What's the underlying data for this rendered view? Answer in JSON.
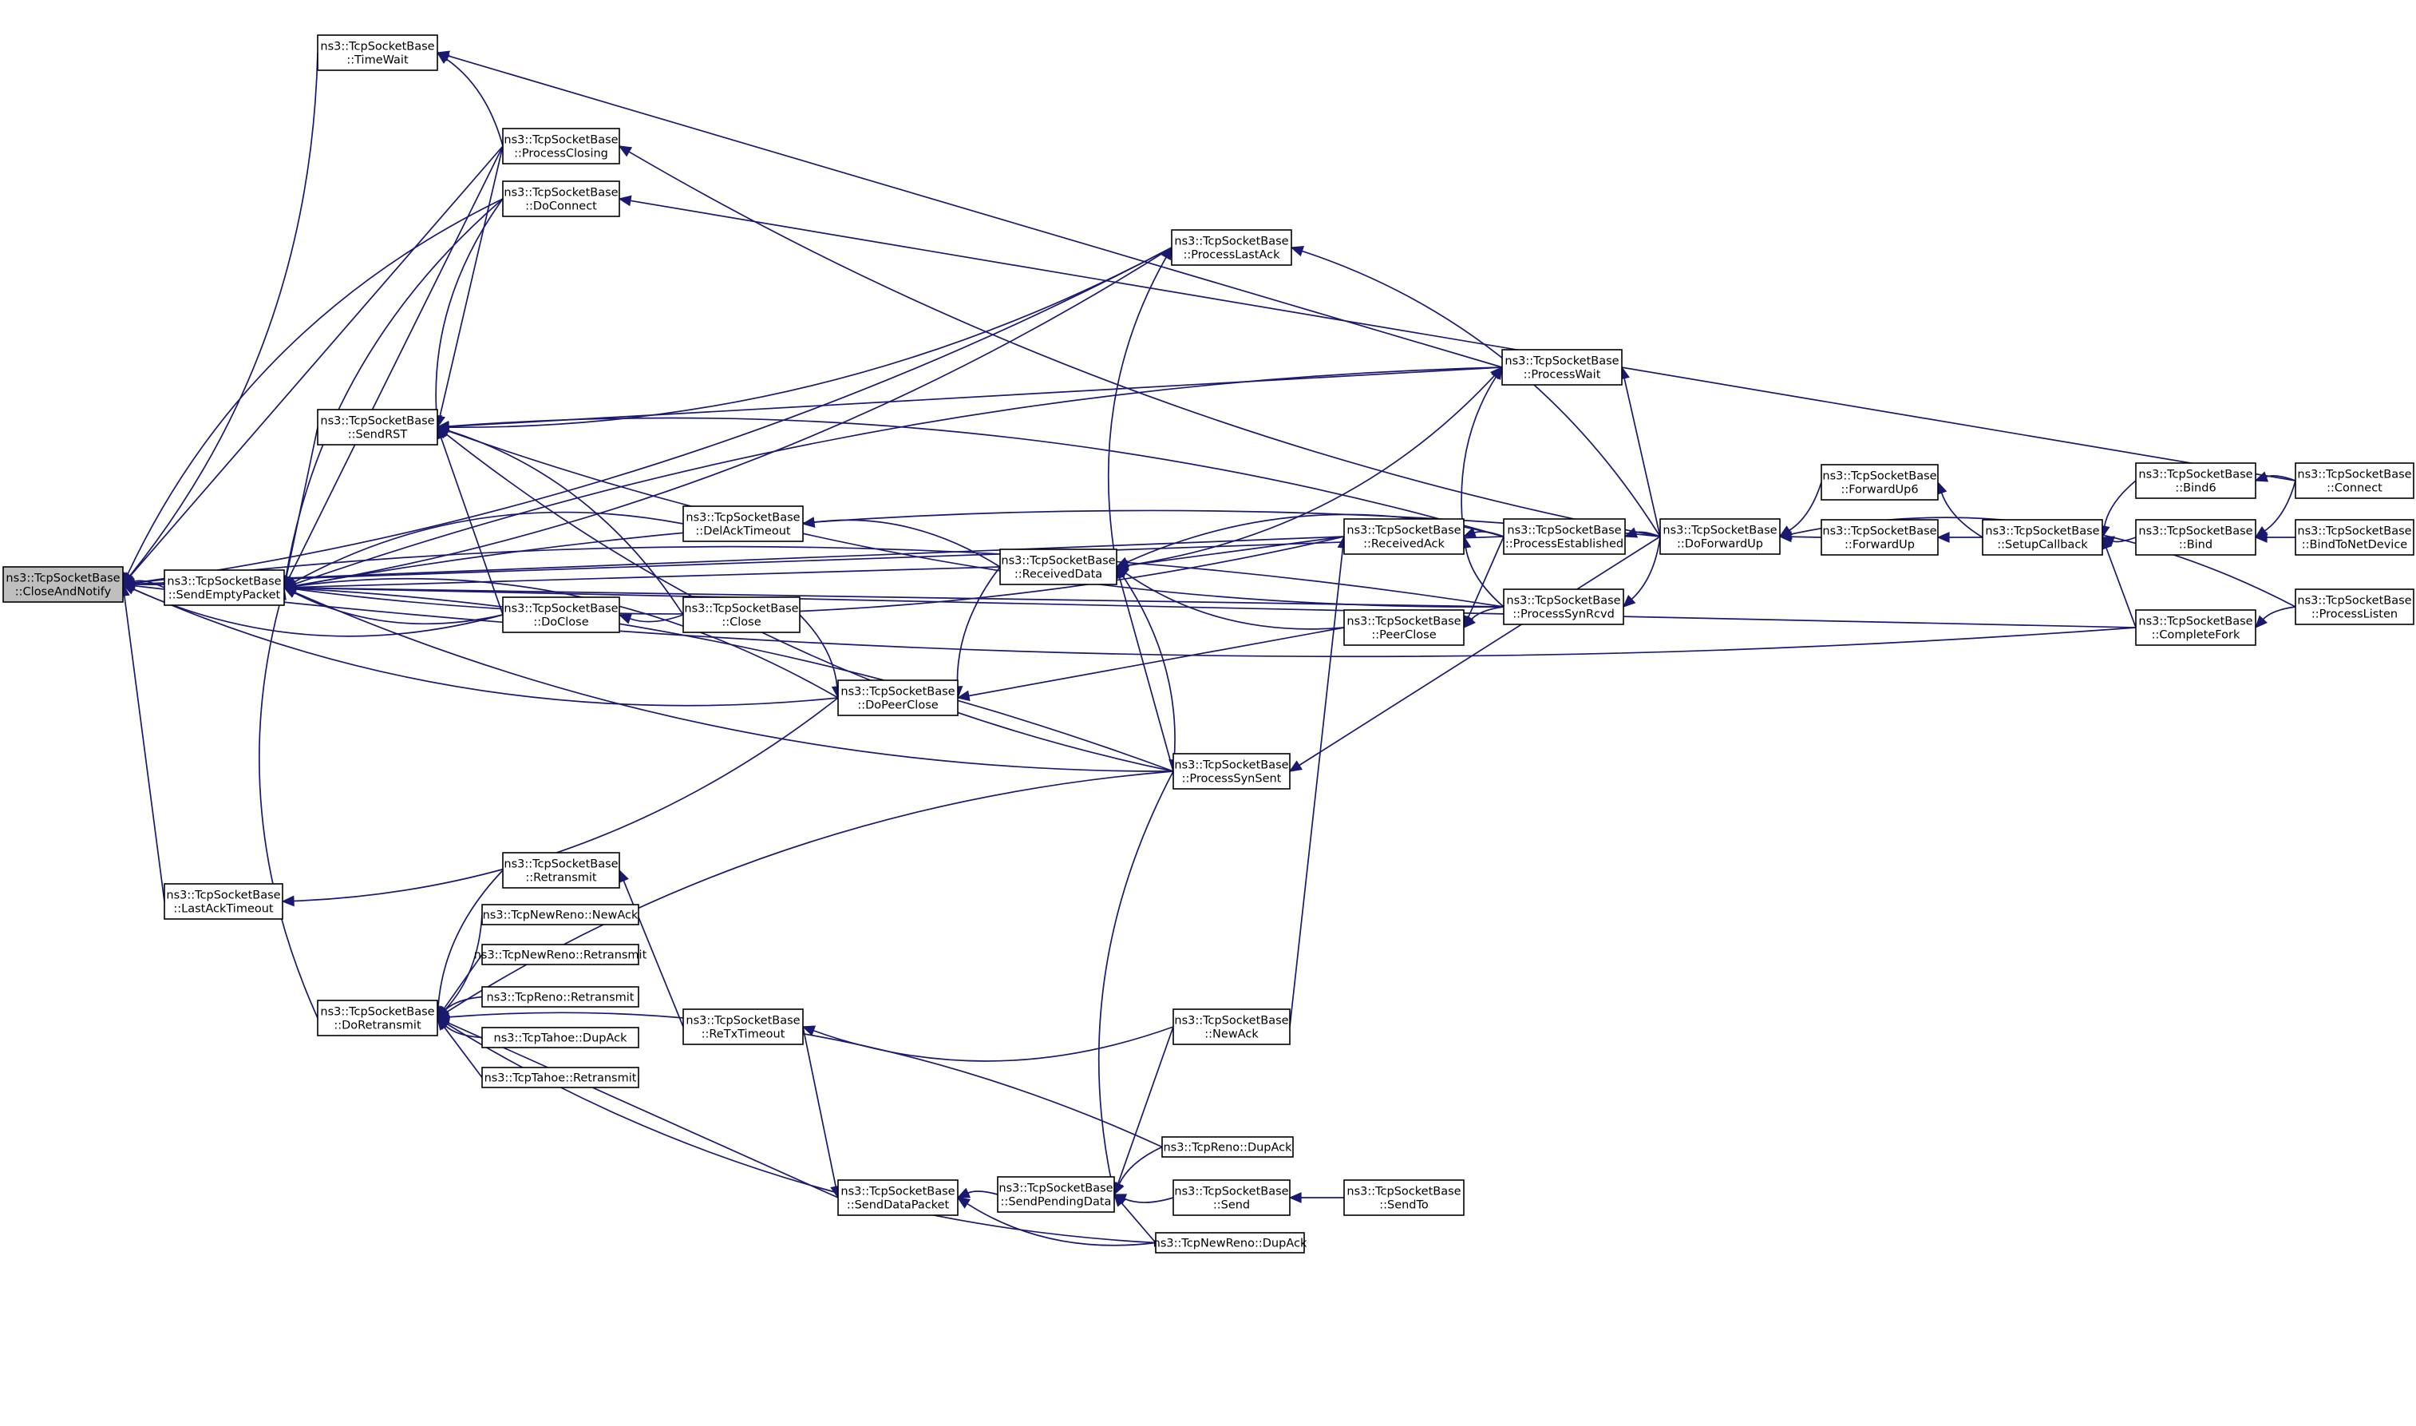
{
  "graph": {
    "root": "closeandnotify",
    "colors": {
      "edge": "#191970",
      "node_fill": "#ffffff",
      "root_fill": "#bfbfbf",
      "node_border": "#000000"
    },
    "nodes": [
      {
        "id": "closeandnotify",
        "lines": [
          "ns3::TcpSocketBase",
          "::CloseAndNotify"
        ]
      },
      {
        "id": "timewait",
        "lines": [
          "ns3::TcpSocketBase",
          "::TimeWait"
        ]
      },
      {
        "id": "processclosing",
        "lines": [
          "ns3::TcpSocketBase",
          "::ProcessClosing"
        ]
      },
      {
        "id": "doconnect",
        "lines": [
          "ns3::TcpSocketBase",
          "::DoConnect"
        ]
      },
      {
        "id": "processlastack",
        "lines": [
          "ns3::TcpSocketBase",
          "::ProcessLastAck"
        ]
      },
      {
        "id": "processwait",
        "lines": [
          "ns3::TcpSocketBase",
          "::ProcessWait"
        ]
      },
      {
        "id": "sendrst",
        "lines": [
          "ns3::TcpSocketBase",
          "::SendRST"
        ]
      },
      {
        "id": "delacktimeout",
        "lines": [
          "ns3::TcpSocketBase",
          "::DelAckTimeout"
        ]
      },
      {
        "id": "receiveddata",
        "lines": [
          "ns3::TcpSocketBase",
          "::ReceivedData"
        ]
      },
      {
        "id": "receivedack",
        "lines": [
          "ns3::TcpSocketBase",
          "::ReceivedAck"
        ]
      },
      {
        "id": "processestablished",
        "lines": [
          "ns3::TcpSocketBase",
          "::ProcessEstablished"
        ]
      },
      {
        "id": "doforwardup",
        "lines": [
          "ns3::TcpSocketBase",
          "::DoForwardUp"
        ]
      },
      {
        "id": "forwardup6",
        "lines": [
          "ns3::TcpSocketBase",
          "::ForwardUp6"
        ]
      },
      {
        "id": "forwardup",
        "lines": [
          "ns3::TcpSocketBase",
          "::ForwardUp"
        ]
      },
      {
        "id": "setupcallback",
        "lines": [
          "ns3::TcpSocketBase",
          "::SetupCallback"
        ]
      },
      {
        "id": "bind6",
        "lines": [
          "ns3::TcpSocketBase",
          "::Bind6"
        ]
      },
      {
        "id": "bind",
        "lines": [
          "ns3::TcpSocketBase",
          "::Bind"
        ]
      },
      {
        "id": "connect",
        "lines": [
          "ns3::TcpSocketBase",
          "::Connect"
        ]
      },
      {
        "id": "bindtonetdevice",
        "lines": [
          "ns3::TcpSocketBase",
          "::BindToNetDevice"
        ]
      },
      {
        "id": "completefork",
        "lines": [
          "ns3::TcpSocketBase",
          "::CompleteFork"
        ]
      },
      {
        "id": "processlisten",
        "lines": [
          "ns3::TcpSocketBase",
          "::ProcessListen"
        ]
      },
      {
        "id": "sendemptypacket",
        "lines": [
          "ns3::TcpSocketBase",
          "::SendEmptyPacket"
        ]
      },
      {
        "id": "doclose",
        "lines": [
          "ns3::TcpSocketBase",
          "::DoClose"
        ]
      },
      {
        "id": "close",
        "lines": [
          "ns3::TcpSocketBase",
          "::Close"
        ]
      },
      {
        "id": "peerclose",
        "lines": [
          "ns3::TcpSocketBase",
          "::PeerClose"
        ]
      },
      {
        "id": "processsynrcvd",
        "lines": [
          "ns3::TcpSocketBase",
          "::ProcessSynRcvd"
        ]
      },
      {
        "id": "dopeerclose",
        "lines": [
          "ns3::TcpSocketBase",
          "::DoPeerClose"
        ]
      },
      {
        "id": "processsynsent",
        "lines": [
          "ns3::TcpSocketBase",
          "::ProcessSynSent"
        ]
      },
      {
        "id": "lastacktimeout",
        "lines": [
          "ns3::TcpSocketBase",
          "::LastAckTimeout"
        ]
      },
      {
        "id": "retransmit",
        "lines": [
          "ns3::TcpSocketBase",
          "::Retransmit"
        ]
      },
      {
        "id": "newreno_newack",
        "lines": [
          "ns3::TcpNewReno::NewAck"
        ]
      },
      {
        "id": "newreno_retransmit",
        "lines": [
          "ns3::TcpNewReno::Retransmit"
        ]
      },
      {
        "id": "reno_retransmit",
        "lines": [
          "ns3::TcpReno::Retransmit"
        ]
      },
      {
        "id": "doretransmit",
        "lines": [
          "ns3::TcpSocketBase",
          "::DoRetransmit"
        ]
      },
      {
        "id": "tahoe_dupack",
        "lines": [
          "ns3::TcpTahoe::DupAck"
        ]
      },
      {
        "id": "tahoe_retransmit",
        "lines": [
          "ns3::TcpTahoe::Retransmit"
        ]
      },
      {
        "id": "retxtimeout",
        "lines": [
          "ns3::TcpSocketBase",
          "::ReTxTimeout"
        ]
      },
      {
        "id": "newack",
        "lines": [
          "ns3::TcpSocketBase",
          "::NewAck"
        ]
      },
      {
        "id": "reno_dupack",
        "lines": [
          "ns3::TcpReno::DupAck"
        ]
      },
      {
        "id": "senddatapacket",
        "lines": [
          "ns3::TcpSocketBase",
          "::SendDataPacket"
        ]
      },
      {
        "id": "sendpendingdata",
        "lines": [
          "ns3::TcpSocketBase",
          "::SendPendingData"
        ]
      },
      {
        "id": "send",
        "lines": [
          "ns3::TcpSocketBase",
          "::Send"
        ]
      },
      {
        "id": "sendto",
        "lines": [
          "ns3::TcpSocketBase",
          "::SendTo"
        ]
      },
      {
        "id": "newreno_dupack",
        "lines": [
          "ns3::TcpNewReno::DupAck"
        ]
      }
    ],
    "edges": [
      {
        "from": "timewait",
        "to": "closeandnotify"
      },
      {
        "from": "processclosing",
        "to": "closeandnotify"
      },
      {
        "from": "doconnect",
        "to": "closeandnotify"
      },
      {
        "from": "processlastack",
        "to": "closeandnotify"
      },
      {
        "from": "processestablished",
        "to": "closeandnotify"
      },
      {
        "from": "sendemptypacket",
        "to": "closeandnotify"
      },
      {
        "from": "doclose",
        "to": "closeandnotify"
      },
      {
        "from": "lastacktimeout",
        "to": "closeandnotify"
      },
      {
        "from": "processsynsent",
        "to": "closeandnotify"
      },
      {
        "from": "dopeerclose",
        "to": "closeandnotify"
      },
      {
        "from": "receivedack",
        "to": "closeandnotify"
      },
      {
        "from": "processsynrcvd",
        "to": "closeandnotify"
      },
      {
        "from": "completefork",
        "to": "closeandnotify"
      },
      {
        "from": "processwait",
        "to": "timewait"
      },
      {
        "from": "processclosing",
        "to": "timewait"
      },
      {
        "from": "doforwardup",
        "to": "processclosing"
      },
      {
        "from": "connect",
        "to": "doconnect"
      },
      {
        "from": "doforwardup",
        "to": "processlastack"
      },
      {
        "from": "receiveddata",
        "to": "processlastack"
      },
      {
        "from": "doforwardup",
        "to": "processwait"
      },
      {
        "from": "receiveddata",
        "to": "processwait"
      },
      {
        "from": "receivedack",
        "to": "processwait"
      },
      {
        "from": "processclosing",
        "to": "sendrst"
      },
      {
        "from": "doconnect",
        "to": "sendrst"
      },
      {
        "from": "processlastack",
        "to": "sendrst"
      },
      {
        "from": "processwait",
        "to": "sendrst"
      },
      {
        "from": "processestablished",
        "to": "sendrst"
      },
      {
        "from": "processsynrcvd",
        "to": "sendrst"
      },
      {
        "from": "doclose",
        "to": "sendrst"
      },
      {
        "from": "close",
        "to": "sendrst"
      },
      {
        "from": "processsynsent",
        "to": "sendrst"
      },
      {
        "from": "receivedack",
        "to": "receiveddata"
      },
      {
        "from": "processestablished",
        "to": "receiveddata"
      },
      {
        "from": "peerclose",
        "to": "receiveddata"
      },
      {
        "from": "processsynsent",
        "to": "receiveddata"
      },
      {
        "from": "processestablished",
        "to": "receivedack"
      },
      {
        "from": "processsynrcvd",
        "to": "receivedack"
      },
      {
        "from": "newack",
        "to": "receivedack"
      },
      {
        "from": "doforwardup",
        "to": "processestablished"
      },
      {
        "from": "forwardup6",
        "to": "doforwardup"
      },
      {
        "from": "forwardup",
        "to": "doforwardup"
      },
      {
        "from": "processlisten",
        "to": "doforwardup"
      },
      {
        "from": "setupcallback",
        "to": "forwardup6"
      },
      {
        "from": "setupcallback",
        "to": "forwardup"
      },
      {
        "from": "bind6",
        "to": "setupcallback"
      },
      {
        "from": "bind",
        "to": "setupcallback"
      },
      {
        "from": "completefork",
        "to": "setupcallback"
      },
      {
        "from": "connect",
        "to": "bind6"
      },
      {
        "from": "connect",
        "to": "bind"
      },
      {
        "from": "bindtonetdevice",
        "to": "bind"
      },
      {
        "from": "processlisten",
        "to": "completefork"
      },
      {
        "from": "doforwardup",
        "to": "processsynrcvd"
      },
      {
        "from": "processestablished",
        "to": "peerclose"
      },
      {
        "from": "processsynrcvd",
        "to": "peerclose"
      },
      {
        "from": "close",
        "to": "doclose"
      },
      {
        "from": "peerclose",
        "to": "dopeerclose"
      },
      {
        "from": "receiveddata",
        "to": "dopeerclose"
      },
      {
        "from": "close",
        "to": "dopeerclose"
      },
      {
        "from": "doforwardup",
        "to": "processsynsent"
      },
      {
        "from": "delacktimeout",
        "to": "sendemptypacket"
      },
      {
        "from": "doclose",
        "to": "sendemptypacket"
      },
      {
        "from": "receiveddata",
        "to": "sendemptypacket"
      },
      {
        "from": "dopeerclose",
        "to": "sendemptypacket"
      },
      {
        "from": "processsynsent",
        "to": "sendemptypacket"
      },
      {
        "from": "processsynrcvd",
        "to": "sendemptypacket"
      },
      {
        "from": "doforwardup",
        "to": "sendemptypacket"
      },
      {
        "from": "doretransmit",
        "to": "sendemptypacket"
      },
      {
        "from": "processclosing",
        "to": "sendemptypacket"
      },
      {
        "from": "doconnect",
        "to": "sendemptypacket"
      },
      {
        "from": "processlastack",
        "to": "sendemptypacket"
      },
      {
        "from": "sendrst",
        "to": "sendemptypacket"
      },
      {
        "from": "processwait",
        "to": "sendemptypacket"
      },
      {
        "from": "receivedack",
        "to": "sendemptypacket"
      },
      {
        "from": "completefork",
        "to": "sendemptypacket"
      },
      {
        "from": "receiveddata",
        "to": "delacktimeout"
      },
      {
        "from": "dopeerclose",
        "to": "lastacktimeout"
      },
      {
        "from": "retxtimeout",
        "to": "retransmit"
      },
      {
        "from": "retransmit",
        "to": "doretransmit"
      },
      {
        "from": "newreno_newack",
        "to": "doretransmit"
      },
      {
        "from": "newreno_retransmit",
        "to": "doretransmit"
      },
      {
        "from": "reno_retransmit",
        "to": "doretransmit"
      },
      {
        "from": "tahoe_dupack",
        "to": "doretransmit"
      },
      {
        "from": "tahoe_retransmit",
        "to": "doretransmit"
      },
      {
        "from": "reno_dupack",
        "to": "doretransmit"
      },
      {
        "from": "newreno_dupack",
        "to": "doretransmit"
      },
      {
        "from": "senddatapacket",
        "to": "doretransmit"
      },
      {
        "from": "processsynsent",
        "to": "doretransmit"
      },
      {
        "from": "newack",
        "to": "retxtimeout"
      },
      {
        "from": "retxtimeout",
        "to": "senddatapacket"
      },
      {
        "from": "sendpendingdata",
        "to": "senddatapacket"
      },
      {
        "from": "newreno_dupack",
        "to": "senddatapacket"
      },
      {
        "from": "newack",
        "to": "sendpendingdata"
      },
      {
        "from": "reno_dupack",
        "to": "sendpendingdata"
      },
      {
        "from": "send",
        "to": "sendpendingdata"
      },
      {
        "from": "newreno_dupack",
        "to": "sendpendingdata"
      },
      {
        "from": "processsynsent",
        "to": "sendpendingdata"
      },
      {
        "from": "receiveddata",
        "to": "processsynsent"
      },
      {
        "from": "sendto",
        "to": "send"
      }
    ]
  }
}
